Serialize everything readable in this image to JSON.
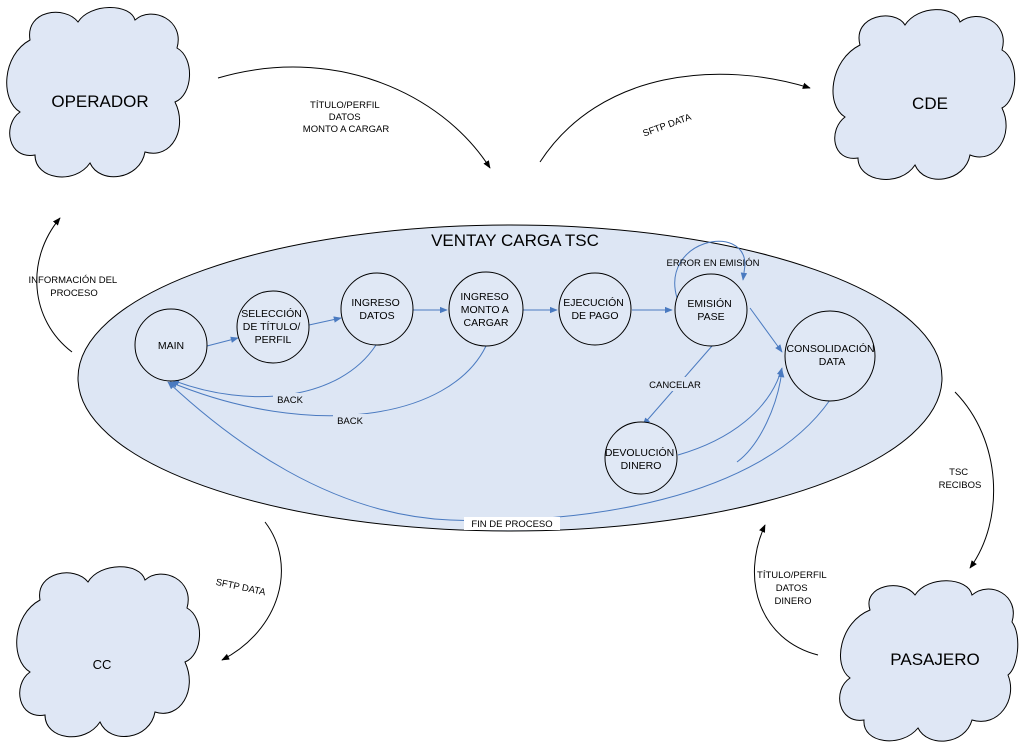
{
  "clouds": {
    "operador": "OPERADOR",
    "cde": "CDE",
    "cc": "CC",
    "pasajero": "PASAJERO"
  },
  "process_title": "VENTAY CARGA TSC",
  "nodes": {
    "main": [
      "MAIN"
    ],
    "seleccion": [
      "SELECCIÓN",
      "DE TÍTULO/",
      "PERFIL"
    ],
    "ingreso_datos": [
      "INGRESO",
      "DATOS"
    ],
    "ingreso_monto": [
      "INGRESO",
      "MONTO A",
      "CARGAR"
    ],
    "ejecucion": [
      "EJECUCIÓN",
      "DE PAGO"
    ],
    "emision": [
      "EMISIÓN",
      "PASE"
    ],
    "consolidacion": [
      "CONSOLIDACIÓN",
      "DATA"
    ],
    "devolucion": [
      "DEVOLUCIÓN",
      "DINERO"
    ]
  },
  "inner_labels": {
    "error_emision": "ERROR EN EMISIÓN",
    "cancelar": "CANCELAR",
    "back_1": "BACK",
    "back_2": "BACK",
    "fin_proceso": "FIN DE PROCESO"
  },
  "outer_labels": {
    "operador_to_process": [
      "TÍTULO/PERFIL",
      "DATOS",
      "MONTO A CARGAR"
    ],
    "process_to_cde": "SFTP DATA",
    "process_to_operador": [
      "INFORMACIÓN DEL",
      "PROCESO"
    ],
    "process_to_pasajero": [
      "TSC",
      "RECIBOS"
    ],
    "pasajero_to_process": [
      "TÍTULO/PERFIL",
      "DATOS",
      "DINERO"
    ],
    "process_to_cc": "SFTP DATA"
  },
  "colors": {
    "cloud_fill": "#dfe7f5",
    "ellipse_fill": "#dde6f4",
    "node_fill": "#e0e8f5",
    "inner_arrow": "#4a7ac0",
    "outer_arrow": "#000000"
  }
}
